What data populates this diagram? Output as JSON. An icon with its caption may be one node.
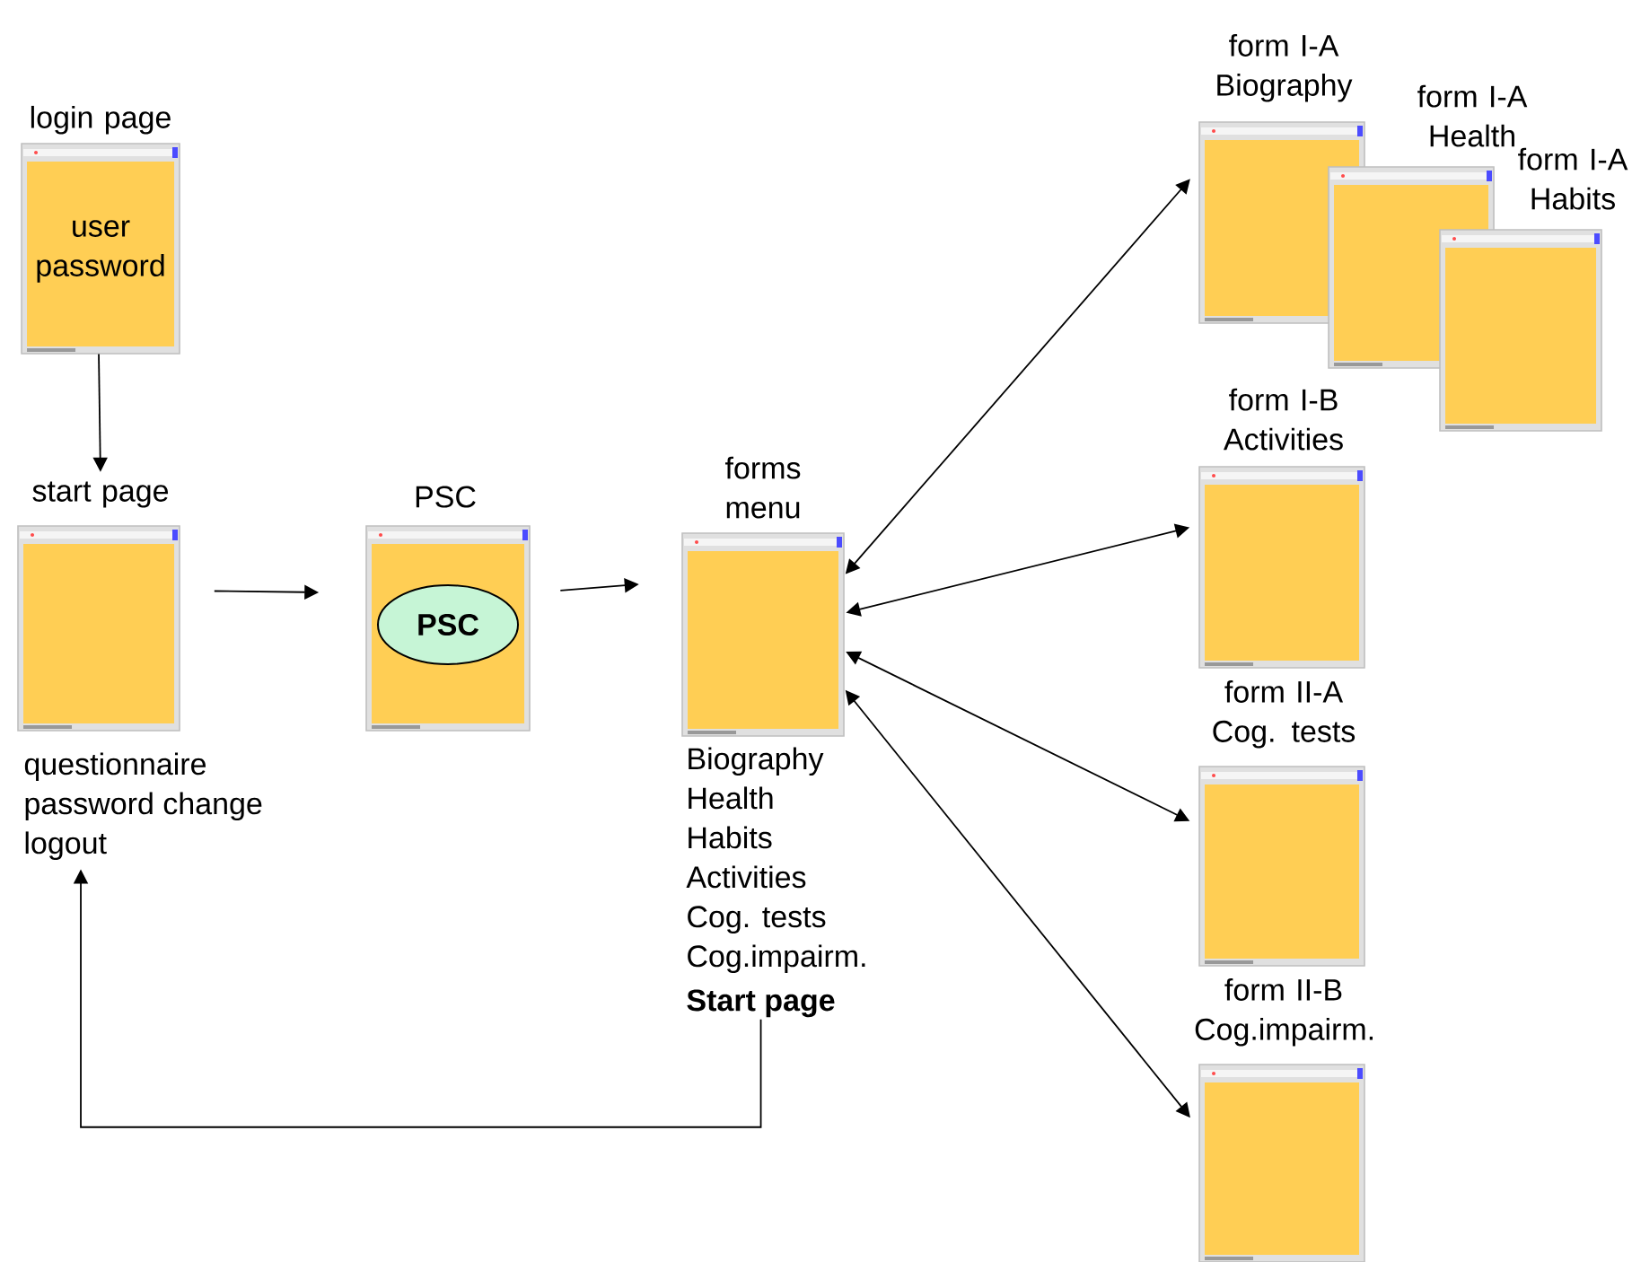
{
  "diagram": {
    "nodes": [
      {
        "text": [
          "login page",
          "user password"
        ]
      },
      {
        "text": [
          "start page"
        ]
      },
      {
        "text": [
          "questionnaire",
          "password change",
          "logout"
        ]
      },
      {
        "text": [
          "PSC"
        ]
      },
      {
        "text": [
          "PSC"
        ],
        "in": 3
      },
      {
        "text": [
          "forms menu"
        ]
      },
      {
        "text": [
          "Biography",
          "Health",
          "Habits",
          "Activities",
          "Cog. tests",
          "Cog.impairm."
        ]
      },
      {
        "text": [
          "Start page"
        ]
      },
      {
        "text": [
          "form I-A Biography"
        ]
      },
      {
        "text": [
          "form I-A Health"
        ]
      },
      {
        "text": [
          "form I-A Habits"
        ]
      },
      {
        "text": [
          "form I-B Activities"
        ]
      },
      {
        "text": [
          "form II-A Cog. tests"
        ]
      },
      {
        "text": [
          "form II-B Cog.impairm."
        ]
      }
    ],
    "edges": [
      {
        "from": 0,
        "to": 1,
        "arrow": "to"
      },
      {
        "from": 1,
        "to": 3,
        "arrow": "to"
      },
      {
        "from": 3,
        "to": 5,
        "arrow": "to"
      },
      {
        "from": 5,
        "to": 8,
        "arrow": "both"
      },
      {
        "from": 5,
        "to": 11,
        "arrow": "both"
      },
      {
        "from": 5,
        "to": 12,
        "arrow": "both"
      },
      {
        "from": 5,
        "to": 13,
        "arrow": "both"
      },
      {
        "from": 7,
        "to": 2,
        "arrow": "to"
      }
    ]
  }
}
